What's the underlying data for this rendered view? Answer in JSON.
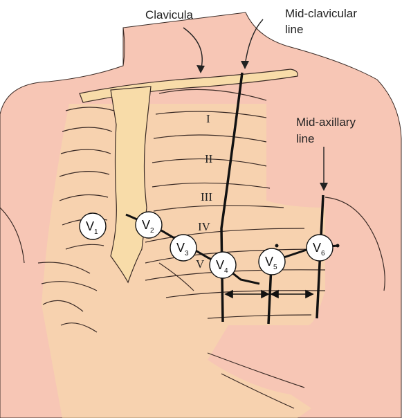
{
  "labels": {
    "clavicula": "Clavicula",
    "mid_clavicular_1": "Mid-clavicular",
    "mid_clavicular_2": "line",
    "mid_axillary_1": "Mid-axillary",
    "mid_axillary_2": "line"
  },
  "ribs": [
    "I",
    "II",
    "III",
    "IV",
    "V"
  ],
  "electrodes": [
    {
      "name": "V",
      "sub": "1"
    },
    {
      "name": "V",
      "sub": "2"
    },
    {
      "name": "V",
      "sub": "3"
    },
    {
      "name": "V",
      "sub": "4"
    },
    {
      "name": "V",
      "sub": "5"
    },
    {
      "name": "V",
      "sub": "6"
    }
  ],
  "colors": {
    "skin": "#f7c6b5",
    "bone": "#f8dca9",
    "outline": "#3a2a25",
    "line": "#111111"
  }
}
